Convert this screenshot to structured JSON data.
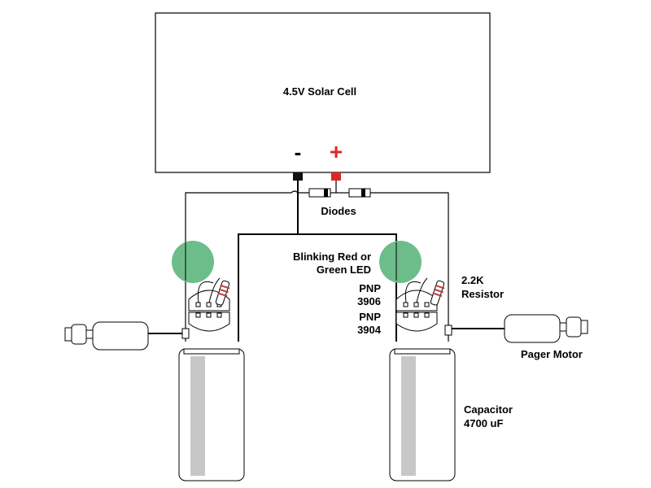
{
  "solar_cell": {
    "label": "4.5V Solar Cell",
    "minus": "-",
    "plus": "+"
  },
  "labels": {
    "diodes": "Diodes",
    "led_line1": "Blinking Red or",
    "led_line2": "Green LED",
    "pnp_a_line1": "PNP",
    "pnp_a_line2": "3906",
    "pnp_b_line1": "PNP",
    "pnp_b_line2": "3904",
    "resistor_line1": "2.2K",
    "resistor_line2": "Resistor",
    "pager_motor": "Pager Motor",
    "capacitor_line1": "Capacitor",
    "capacitor_line2": "4700 uF"
  },
  "colors": {
    "wire": "#000000",
    "led_green": "#6dbd8a",
    "terminal_red": "#dc2828",
    "terminal_black": "#111111",
    "capacitor_stripe": "#c7c7c7",
    "resistor_band": "#c03a3a"
  }
}
